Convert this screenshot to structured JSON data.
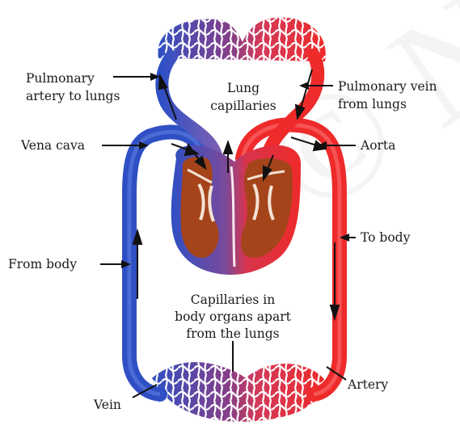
{
  "diagram": {
    "labels": {
      "pulmonary_artery_1": "Pulmonary",
      "pulmonary_artery_2": "artery to lungs",
      "lung_capillaries_1": "Lung",
      "lung_capillaries_2": "capillaries",
      "pulmonary_vein_1": "Pulmonary vein",
      "pulmonary_vein_2": "from lungs",
      "vena_cava": "Vena cava",
      "aorta": "Aorta",
      "to_body": "To body",
      "from_body": "From body",
      "body_capillaries_1": "Capillaries in",
      "body_capillaries_2": "body organs apart",
      "body_capillaries_3": "from the lungs",
      "artery": "Artery",
      "vein": "Vein"
    },
    "watermark": "© N to be",
    "colors": {
      "deoxygenated": "#2f4fc4",
      "oxygenated": "#ee2a2a",
      "mixed": "#8a3f86",
      "heart_muscle": "#a5441a"
    }
  }
}
